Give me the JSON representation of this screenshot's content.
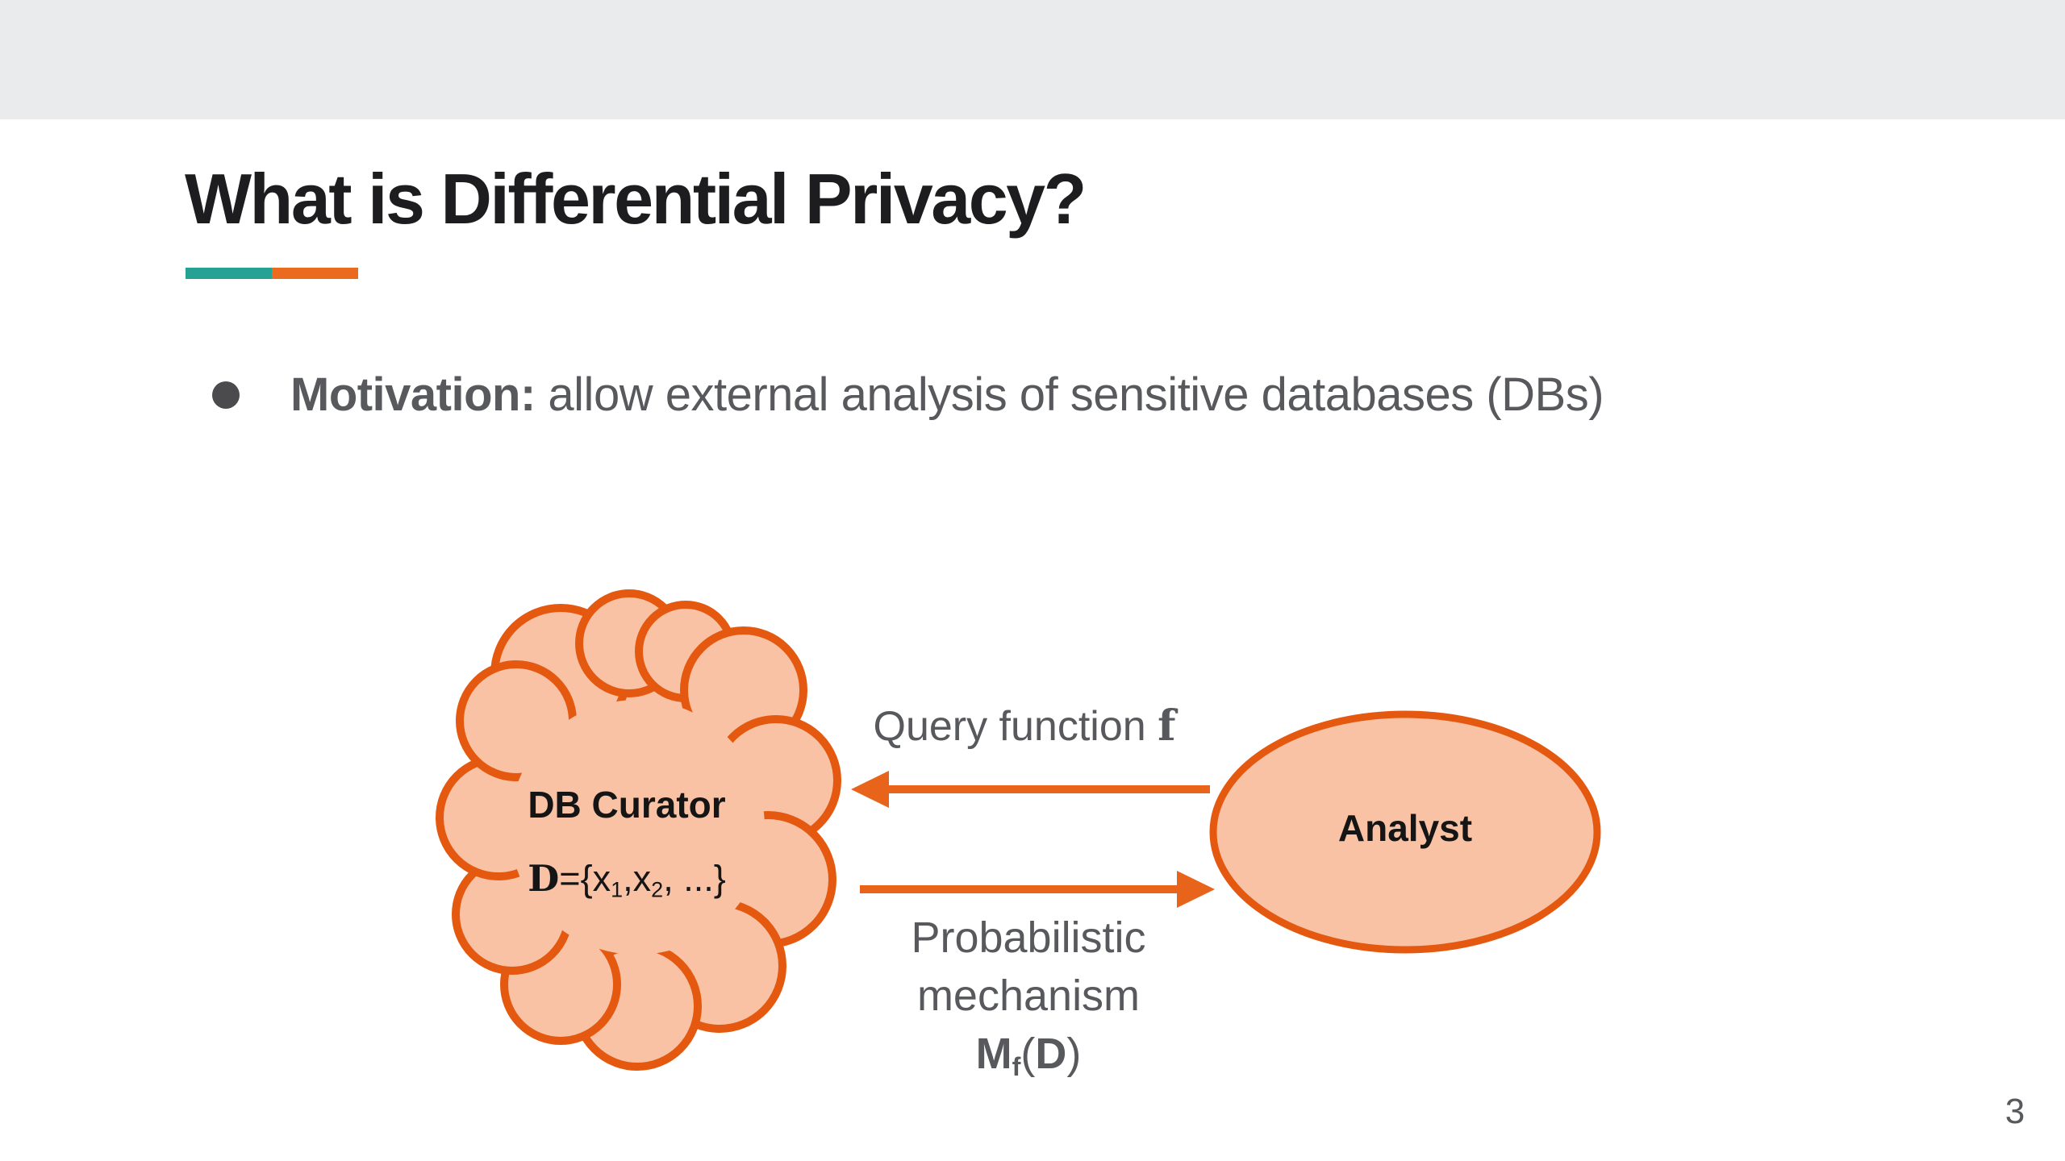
{
  "slide": {
    "title": "What is Differential Privacy?",
    "page_number": "3",
    "bullet": {
      "label": "Motivation:",
      "text": " allow external analysis of sensitive databases (DBs)"
    }
  },
  "diagram": {
    "db_curator": {
      "title": "DB Curator",
      "formula": {
        "d": "D",
        "eq": "={x",
        "sub1": "1",
        "mid": ",x",
        "sub2": "2",
        "end": ", ...}"
      }
    },
    "analyst": {
      "label": "Analyst"
    },
    "query_arrow": {
      "label": "Query function ",
      "f": "f"
    },
    "mechanism_arrow": {
      "line1": "Probabilistic",
      "line2": "mechanism",
      "m": "M",
      "m_sub": "f",
      "open": "(",
      "d": "D",
      "close": ")"
    }
  },
  "colors": {
    "top_bar": "#E9EBEC",
    "slide_bg": "#FFFFFF",
    "title_text": "#1D1D1F",
    "body_text": "#58595C",
    "bullet_dot": "#4B4B4D",
    "accent_teal": "#26A294",
    "accent_orange": "#EA6A1E",
    "shape_fill": "#F9C2A5",
    "shape_stroke": "#E4590F",
    "arrow": "#E8641A",
    "label_dark": "#151515"
  }
}
